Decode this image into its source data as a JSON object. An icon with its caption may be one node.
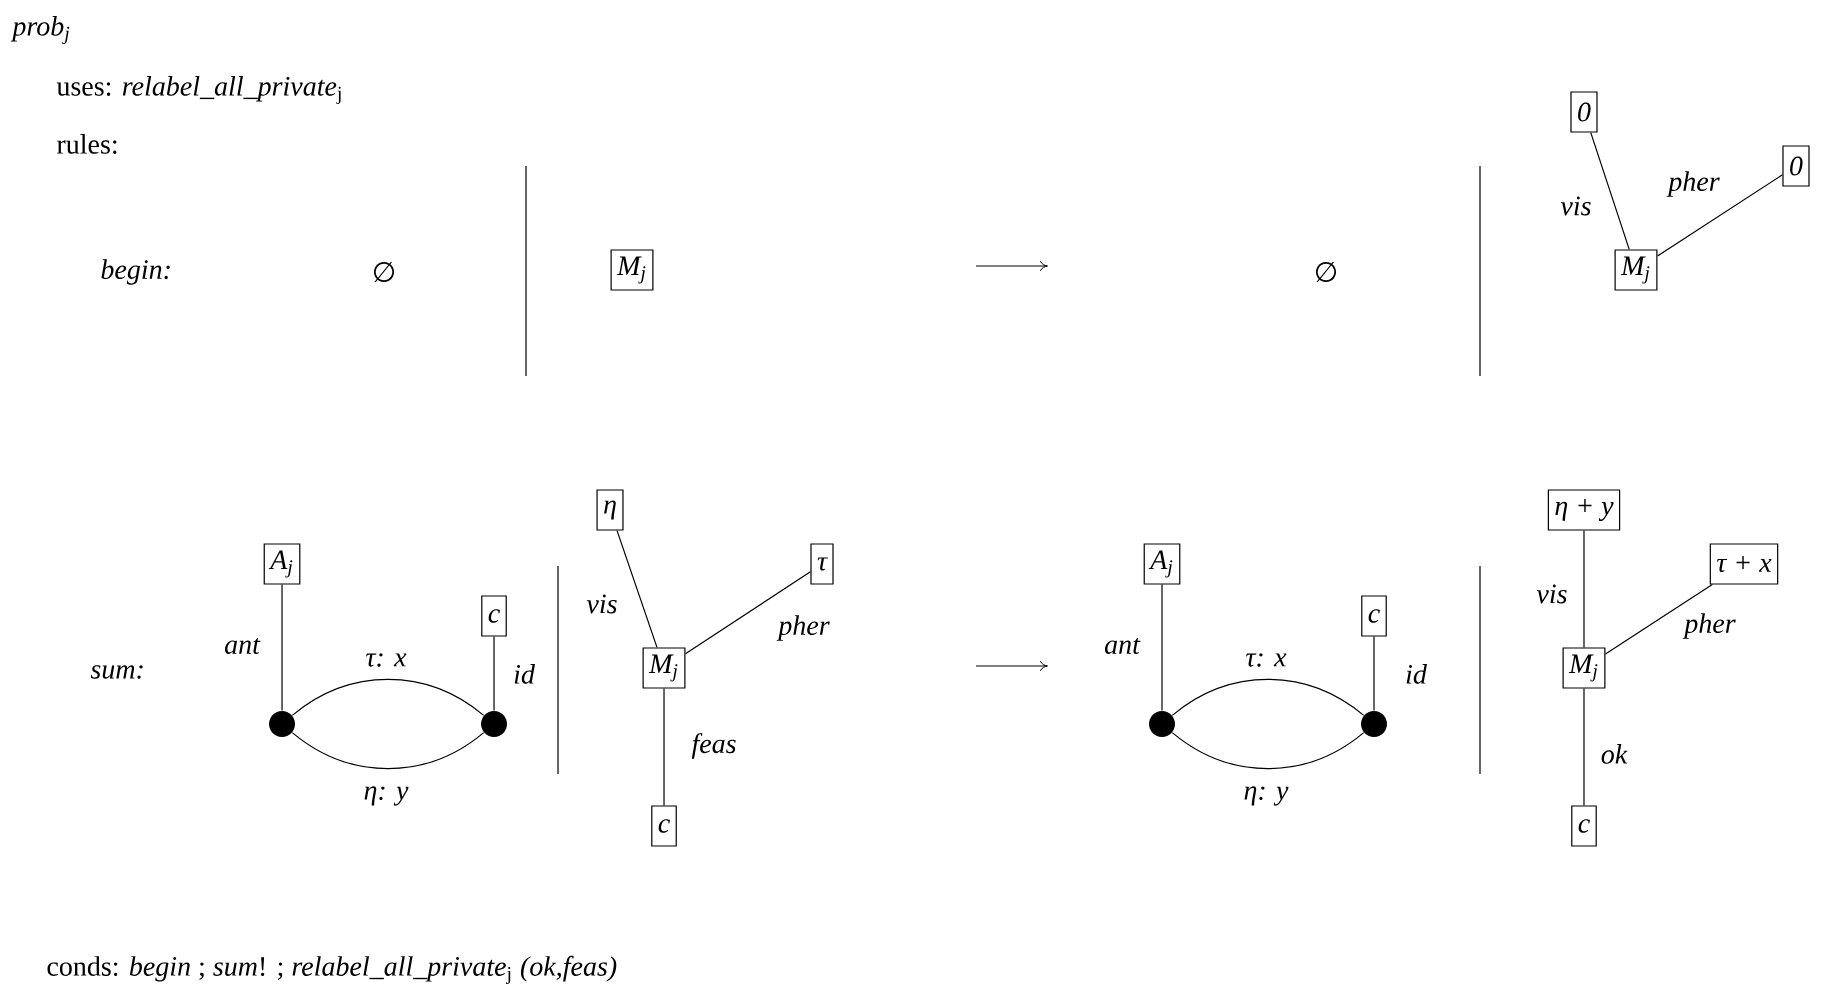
{
  "diagram": {
    "title": "prob$_{j}$",
    "nodes": [
      {
        "text": [
          "M$_{j}$"
        ]
      },
      {
        "text": [
          "0"
        ]
      },
      {
        "text": [
          "0"
        ]
      },
      {
        "text": [
          "M$_{j}$"
        ]
      },
      {
        "text": [
          "A$_{j}$"
        ]
      },
      {
        "text": [
          "c"
        ]
      },
      {
        "text": [],
        "shape": "circle"
      },
      {
        "text": [],
        "shape": "circle"
      },
      {
        "text": [
          "η"
        ]
      },
      {
        "text": [
          "τ"
        ]
      },
      {
        "text": [
          "M$_{j}$"
        ]
      },
      {
        "text": [
          "c"
        ]
      },
      {
        "text": [
          "A$_{j}$"
        ]
      },
      {
        "text": [
          "c"
        ]
      },
      {
        "text": [],
        "shape": "circle"
      },
      {
        "text": [],
        "shape": "circle"
      },
      {
        "text": [
          "η + y"
        ]
      },
      {
        "text": [
          "τ + x"
        ]
      },
      {
        "text": [
          "M$_{j}$"
        ]
      },
      {
        "text": [
          "c"
        ]
      }
    ],
    "edges": [
      {
        "from": 3,
        "to": 1,
        "arrow": "none",
        "label": "vis"
      },
      {
        "from": 3,
        "to": 2,
        "arrow": "none",
        "label": "pher"
      },
      {
        "from": 4,
        "to": 6,
        "arrow": "none",
        "label": "ant"
      },
      {
        "from": 7,
        "to": 5,
        "arrow": "none",
        "label": "id"
      },
      {
        "from": 6,
        "to": 7,
        "arrow": "none",
        "label": "τ: x"
      },
      {
        "from": 6,
        "to": 7,
        "arrow": "none",
        "label": "η: y"
      },
      {
        "from": 10,
        "to": 8,
        "arrow": "none",
        "label": "vis"
      },
      {
        "from": 10,
        "to": 9,
        "arrow": "none",
        "label": "pher"
      },
      {
        "from": 10,
        "to": 11,
        "arrow": "none",
        "label": "feas"
      },
      {
        "from": 12,
        "to": 14,
        "arrow": "none",
        "label": "ant"
      },
      {
        "from": 15,
        "to": 13,
        "arrow": "none",
        "label": "id"
      },
      {
        "from": 14,
        "to": 15,
        "arrow": "none",
        "label": "τ: x"
      },
      {
        "from": 14,
        "to": 15,
        "arrow": "none",
        "label": "η: y"
      },
      {
        "from": 18,
        "to": 16,
        "arrow": "none",
        "label": "vis"
      },
      {
        "from": 18,
        "to": 17,
        "arrow": "none",
        "label": "pher"
      },
      {
        "from": 18,
        "to": 19,
        "arrow": "none",
        "label": "ok"
      }
    ],
    "labels": [
      "uses: *relabel_all_private*$_{j}$",
      "rules:",
      "begin:",
      "∅",
      "∅",
      "sum:",
      "conds: *begin* ; *sum*! ; *relabel_all_private*$_{j}$ *(ok,feas)*"
    ]
  }
}
